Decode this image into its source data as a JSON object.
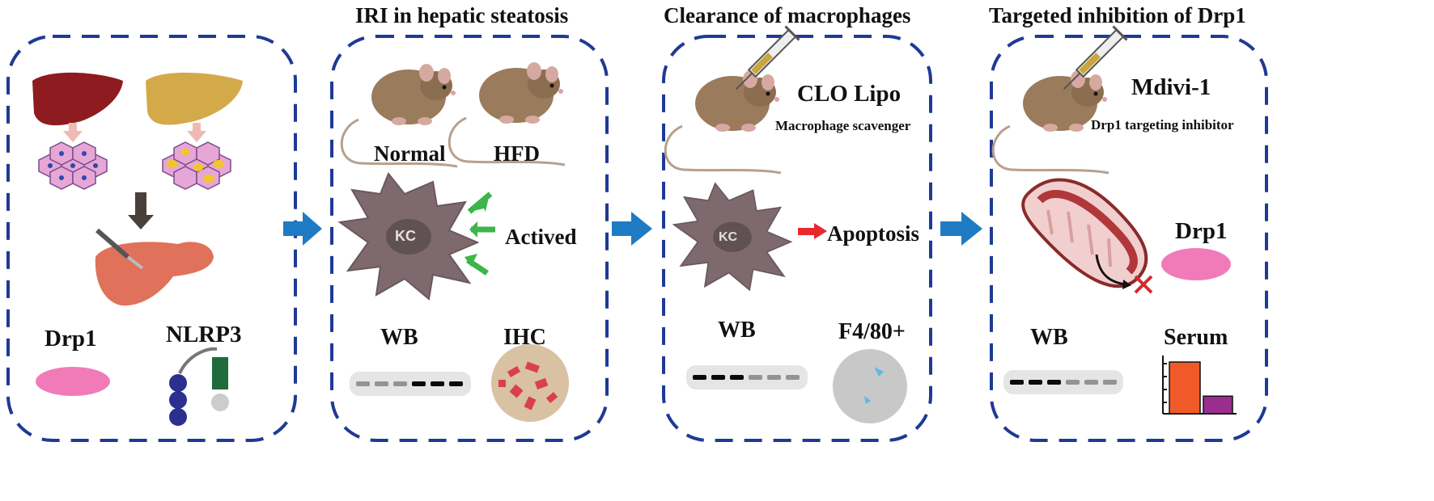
{
  "panels": [
    {
      "title": "",
      "labels": {
        "protein1": "Drp1",
        "protein2": "NLRP3"
      }
    },
    {
      "title": "IRI in hepatic steatosis",
      "labels": {
        "mouse1": "Normal",
        "mouse2": "HFD",
        "cell": "KC",
        "status": "Actived",
        "assay1": "WB",
        "assay2": "IHC"
      }
    },
    {
      "title": "Clearance of macrophages",
      "labels": {
        "drug": "CLO Lipo",
        "drug_desc": "Macrophage scavenger",
        "cell": "KC",
        "outcome": "Apoptosis",
        "assay1": "WB",
        "assay2": "F4/80+"
      }
    },
    {
      "title": "Targeted inhibition of Drp1",
      "labels": {
        "drug": "Mdivi-1",
        "drug_desc": "Drp1 targeting inhibitor",
        "target": "Drp1",
        "assay1": "WB",
        "assay2": "Serum"
      }
    }
  ],
  "colors": {
    "frame": "#1f3a93",
    "arrow": "#1e7bc4",
    "liver_normal": "#8e1b1f",
    "liver_fatty": "#d4a94a",
    "liver_surgery": "#e0715a",
    "mouse": "#9a7b5c",
    "kupffer_cell": "#7e6a6e",
    "drp1": "#f07bb8",
    "nlrp3_dark": "#2b2f8f",
    "nlrp3_green": "#1f6b3a",
    "active_arrow": "#3db54a",
    "apoptosis_arrow": "#e8282c",
    "ihc_bg": "#d9c1a3",
    "ihc_spots": "#d9414a",
    "serum_bar1": "#f05a28",
    "serum_bar2": "#9b2d8e",
    "inhibit_mark": "#d42a2a"
  },
  "icons": [
    "liver-icon",
    "hepatocyte-icon",
    "scalpel-icon",
    "mouse-icon",
    "kupffer-cell-icon",
    "syringe-icon",
    "mitochondrion-icon",
    "western-blot-icon",
    "ihc-slide-icon",
    "bar-chart-icon",
    "inhibit-x-icon"
  ],
  "serum_chart": {
    "values": [
      1.0,
      0.34
    ]
  },
  "western_blots": {
    "panel2": [
      0.35,
      0.35,
      0.35,
      1.0,
      1.0,
      1.0
    ],
    "panel3": [
      1.0,
      1.0,
      1.0,
      0.35,
      0.35,
      0.35
    ],
    "panel4": [
      1.0,
      1.0,
      1.0,
      0.35,
      0.35,
      0.35
    ]
  }
}
